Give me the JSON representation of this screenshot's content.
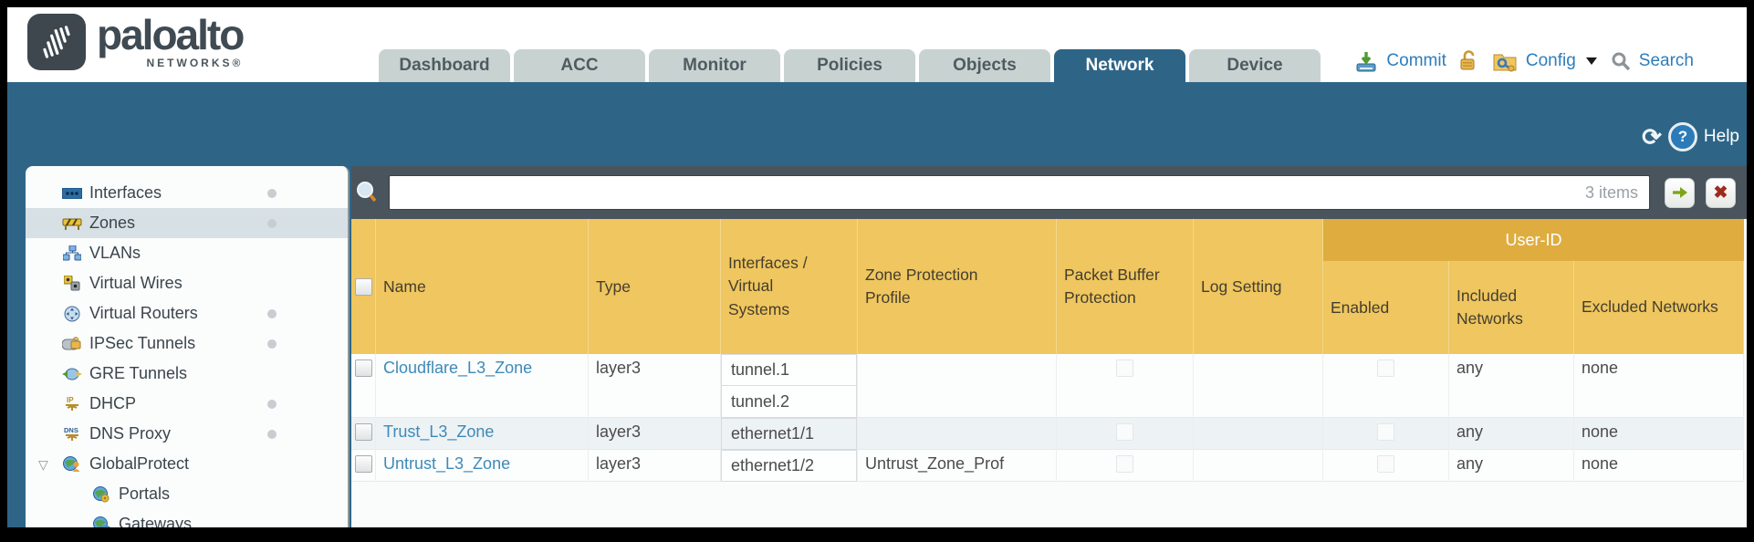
{
  "brand": {
    "name": "paloalto",
    "subtext": "NETWORKS®"
  },
  "nav_tabs": [
    {
      "label": "Dashboard",
      "active": false
    },
    {
      "label": "ACC",
      "active": false
    },
    {
      "label": "Monitor",
      "active": false
    },
    {
      "label": "Policies",
      "active": false
    },
    {
      "label": "Objects",
      "active": false
    },
    {
      "label": "Network",
      "active": true
    },
    {
      "label": "Device",
      "active": false
    }
  ],
  "utility_bar": {
    "commit_label": "Commit",
    "config_label": "Config",
    "search_label": "Search"
  },
  "toolbar": {
    "help_label": "Help"
  },
  "sidebar": {
    "items": [
      {
        "label": "Interfaces",
        "icon": "interfaces-icon",
        "has_status_dot": true,
        "selected": false
      },
      {
        "label": "Zones",
        "icon": "zones-icon",
        "has_status_dot": true,
        "selected": true
      },
      {
        "label": "VLANs",
        "icon": "vlans-icon",
        "has_status_dot": false,
        "selected": false
      },
      {
        "label": "Virtual Wires",
        "icon": "virtual-wires-icon",
        "has_status_dot": false,
        "selected": false
      },
      {
        "label": "Virtual Routers",
        "icon": "virtual-routers-icon",
        "has_status_dot": true,
        "selected": false
      },
      {
        "label": "IPSec Tunnels",
        "icon": "ipsec-tunnels-icon",
        "has_status_dot": true,
        "selected": false
      },
      {
        "label": "GRE Tunnels",
        "icon": "gre-tunnels-icon",
        "has_status_dot": false,
        "selected": false
      },
      {
        "label": "DHCP",
        "icon": "dhcp-icon",
        "has_status_dot": true,
        "selected": false
      },
      {
        "label": "DNS Proxy",
        "icon": "dns-proxy-icon",
        "has_status_dot": true,
        "selected": false
      },
      {
        "label": "GlobalProtect",
        "icon": "globalprotect-icon",
        "has_status_dot": false,
        "selected": false,
        "expanded": true
      },
      {
        "label": "Portals",
        "icon": "portals-icon",
        "has_status_dot": false,
        "selected": false,
        "child": true
      },
      {
        "label": "Gateways",
        "icon": "gateways-icon",
        "has_status_dot": false,
        "selected": false,
        "child": true
      }
    ]
  },
  "filter": {
    "value": "",
    "items_count": "3 items"
  },
  "table": {
    "group_header": "User-ID",
    "columns": [
      "Name",
      "Type",
      "Interfaces / Virtual Systems",
      "Zone Protection Profile",
      "Packet Buffer Protection",
      "Log Setting",
      "Enabled",
      "Included Networks",
      "Excluded Networks"
    ],
    "rows": [
      {
        "name": "Cloudflare_L3_Zone",
        "type": "layer3",
        "interfaces": [
          "tunnel.1",
          "tunnel.2"
        ],
        "zone_protection_profile": "",
        "packet_buffer_protection_checked": false,
        "log_setting": "",
        "user_id_enabled_checked": false,
        "included_networks": "any",
        "excluded_networks": "none"
      },
      {
        "name": "Trust_L3_Zone",
        "type": "layer3",
        "interfaces": [
          "ethernet1/1"
        ],
        "zone_protection_profile": "",
        "packet_buffer_protection_checked": false,
        "log_setting": "",
        "user_id_enabled_checked": false,
        "included_networks": "any",
        "excluded_networks": "none"
      },
      {
        "name": "Untrust_L3_Zone",
        "type": "layer3",
        "interfaces": [
          "ethernet1/2"
        ],
        "zone_protection_profile": "Untrust_Zone_Prof",
        "packet_buffer_protection_checked": false,
        "log_setting": "",
        "user_id_enabled_checked": false,
        "included_networks": "any",
        "excluded_networks": "none"
      }
    ]
  },
  "colors": {
    "accent_teal": "#2E6587",
    "table_header_gold": "#EFC65F",
    "user_id_band_gold": "#DFAC3F",
    "link_blue": "#3E8AB8",
    "utility_link_blue": "#2D7DBB",
    "filter_strip_gray": "#4A545C"
  }
}
